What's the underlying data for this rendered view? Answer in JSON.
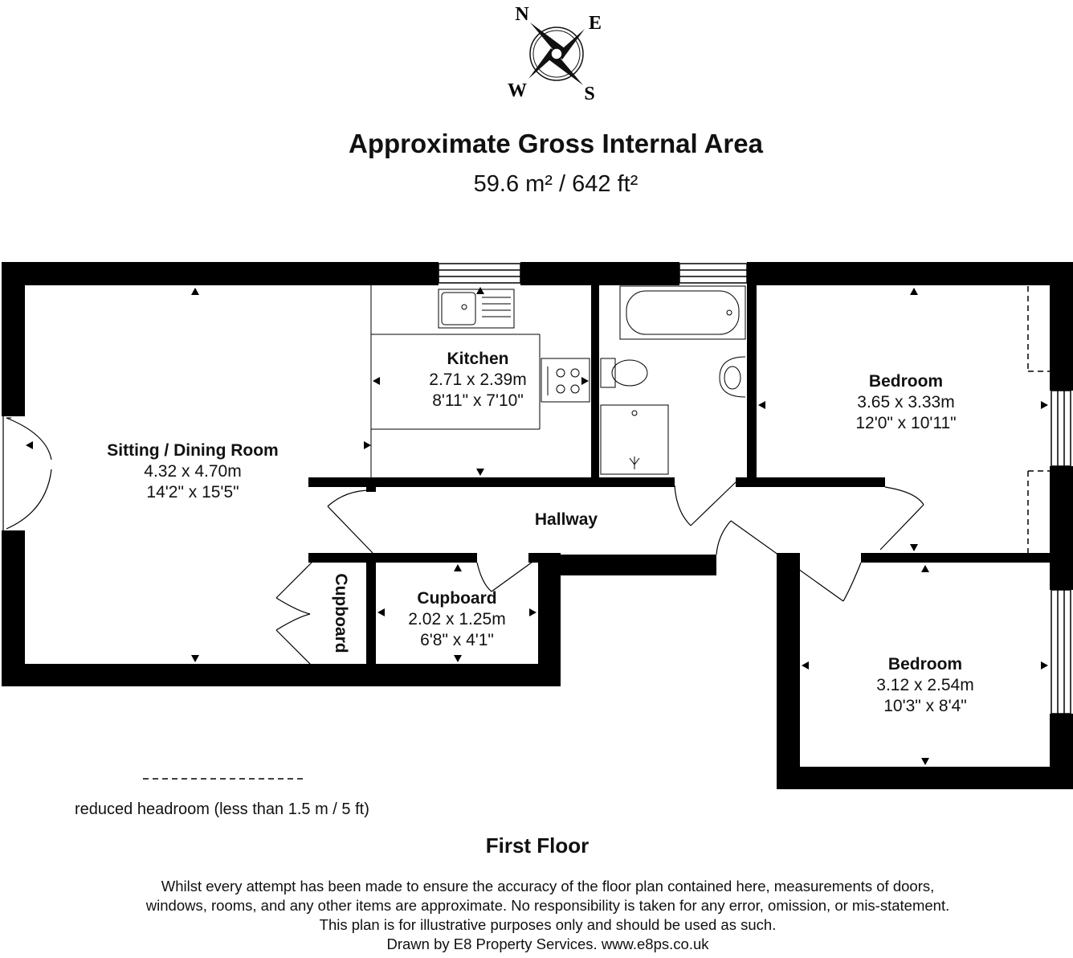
{
  "compass": {
    "n": "N",
    "e": "E",
    "s": "S",
    "w": "W",
    "icon": "compass-rose-icon"
  },
  "header": {
    "title": "Approximate Gross Internal Area",
    "area": "59.6 m² / 642 ft²"
  },
  "rooms": {
    "kitchen": {
      "name": "Kitchen",
      "metric": "2.71 x 2.39m",
      "imperial": "8'11\" x 7'10\""
    },
    "sitting": {
      "name": "Sitting / Dining Room",
      "metric": "4.32 x 4.70m",
      "imperial": "14'2\" x 15'5\""
    },
    "bedroom1": {
      "name": "Bedroom",
      "metric": "3.65 x 3.33m",
      "imperial": "12'0\" x 10'11\""
    },
    "hallway": {
      "name": "Hallway"
    },
    "cupboard_small": {
      "name": "Cupboard"
    },
    "cupboard": {
      "name": "Cupboard",
      "metric": "2.02 x 1.25m",
      "imperial": "6'8\" x 4'1\""
    },
    "bedroom2": {
      "name": "Bedroom",
      "metric": "3.12 x 2.54m",
      "imperial": "10'3\" x 8'4\""
    }
  },
  "legend": {
    "text": "reduced headroom (less than 1.5 m / 5 ft)"
  },
  "floor_label": "First Floor",
  "disclaimer": [
    "Whilst every attempt has been made to ensure the accuracy of the floor plan contained here, measurements of doors,",
    "windows, rooms, and any other items are approximate. No responsibility is taken for any error, omission, or mis-statement.",
    "This plan is for illustrative purposes only and should be used as such.",
    "Drawn by E8 Property Services. www.e8ps.co.uk"
  ]
}
